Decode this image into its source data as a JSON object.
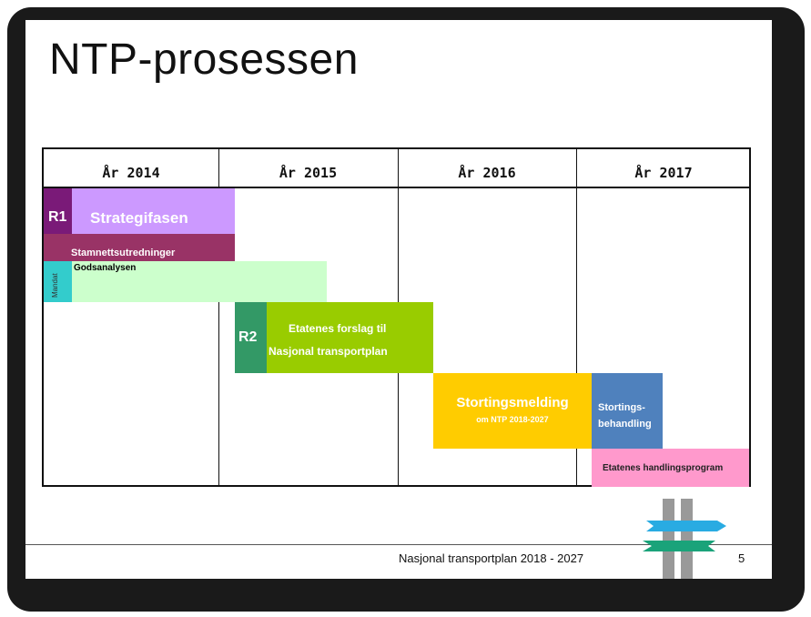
{
  "slide": {
    "title": "NTP-prosessen",
    "footer": "Nasjonal transportplan 2018 - 2027",
    "page_number": "5"
  },
  "timeline": {
    "years": [
      "År 2014",
      "År 2015",
      "År 2016",
      "År 2017"
    ],
    "blocks": {
      "r1_tag": "R1",
      "strategifasen": "Strategifasen",
      "stamnett": "Stamnettsutredninger",
      "mandat": "Mandat",
      "godsanalysen": "Godsanalysen",
      "r2_tag": "R2",
      "etatenes_forslag_1": "Etatenes forslag til",
      "etatenes_forslag_2": "Nasjonal transportplan",
      "stortingsmelding_1": "Stortingsmelding",
      "stortingsmelding_2": "om NTP 2018-2027",
      "stortings_behandling_1": "Stortings-",
      "stortings_behandling_2": "behandling",
      "handlingsprogram": "Etatenes handlingsprogram"
    }
  },
  "colors": {
    "r1": "#7a1a78",
    "strategifasen": "#cc99ff",
    "stamnett": "#993366",
    "mandat": "#33cccc",
    "godsanalysen": "#ccffcc",
    "r2": "#339966",
    "etatenes_forslag": "#99cc00",
    "stortingsmelding": "#ffcc00",
    "stortings_behandling": "#4f81bd",
    "handlingsprogram": "#ff99cc"
  }
}
